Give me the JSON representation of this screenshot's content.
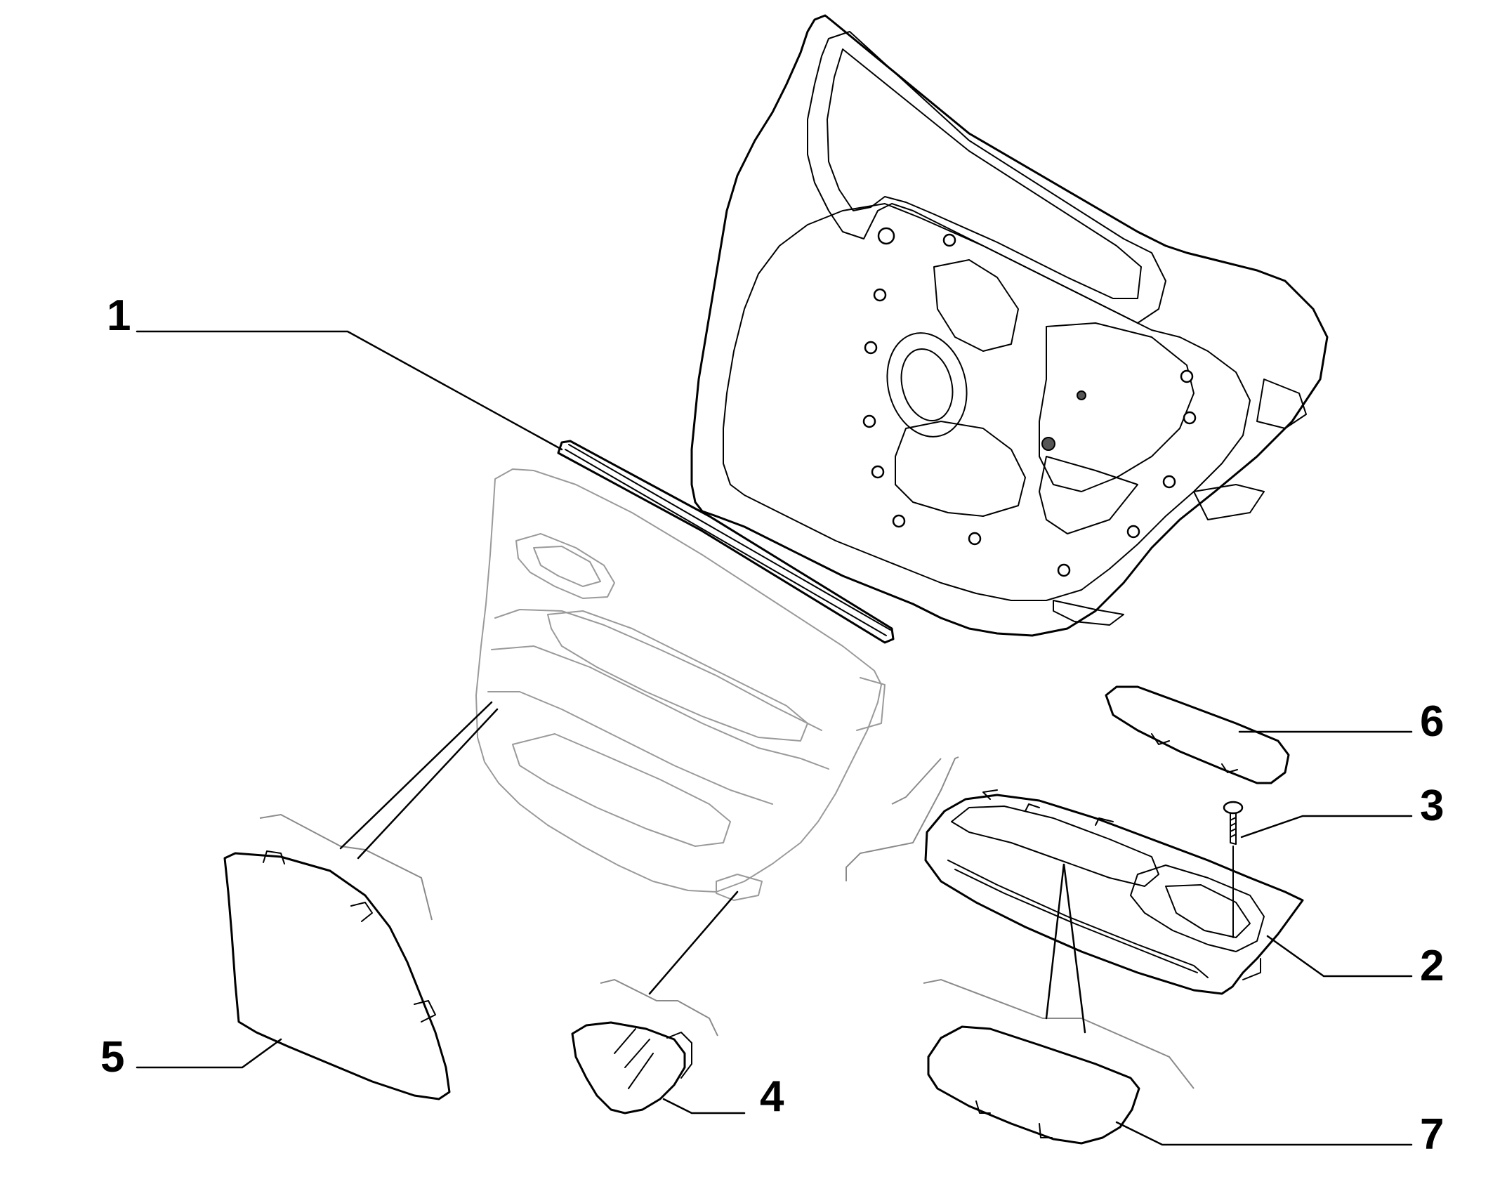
{
  "diagram": {
    "callouts": [
      {
        "id": "1",
        "label": "1"
      },
      {
        "id": "2",
        "label": "2"
      },
      {
        "id": "3",
        "label": "3"
      },
      {
        "id": "4",
        "label": "4"
      },
      {
        "id": "5",
        "label": "5"
      },
      {
        "id": "6",
        "label": "6"
      },
      {
        "id": "7",
        "label": "7"
      }
    ],
    "line_color": "#000000",
    "ghost_color": "#9a9a9a",
    "background_color": "#ffffff"
  }
}
